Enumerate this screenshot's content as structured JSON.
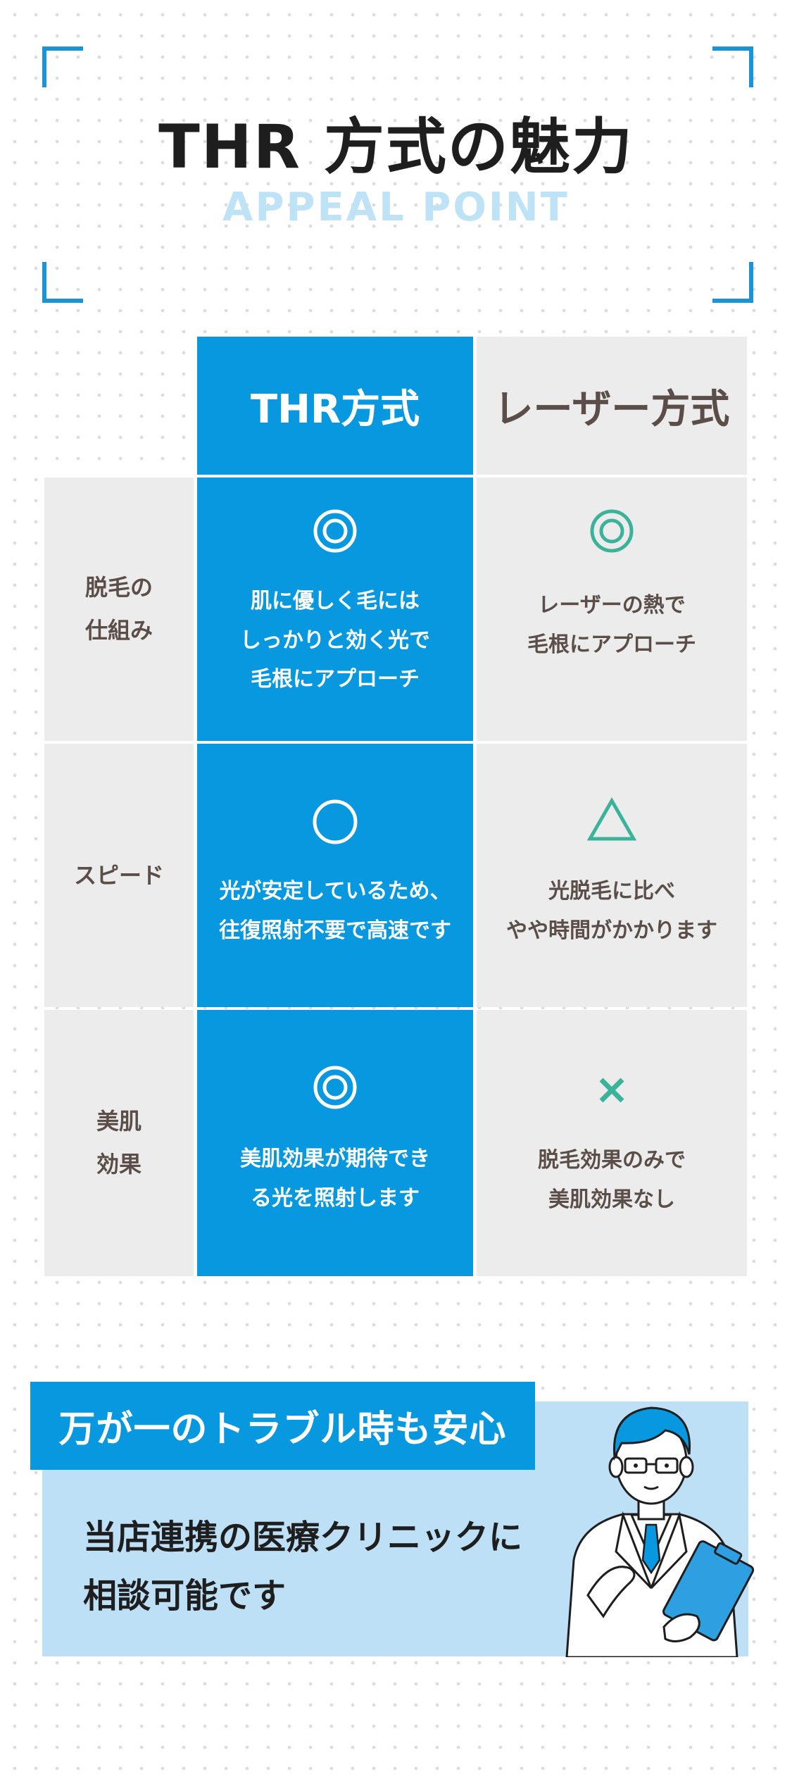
{
  "header": {
    "title": "THR 方式の魅力",
    "subtitle": "APPEAL POINT"
  },
  "comparison": {
    "columns": [
      "THR方式",
      "レーザー方式"
    ],
    "rows": [
      {
        "label": "脱毛の\n仕組み",
        "thr": {
          "mark": "double-circle",
          "text": "肌に優しく毛には\nしっかりと効く光で\n毛根にアプローチ"
        },
        "laser": {
          "mark": "double-circle",
          "text": "レーザーの熱で\n毛根にアプローチ"
        }
      },
      {
        "label": "スピード",
        "thr": {
          "mark": "circle",
          "text": "光が安定しているため、\n往復照射不要で高速です"
        },
        "laser": {
          "mark": "triangle",
          "text": "光脱毛に比べ\nやや時間がかかります"
        }
      },
      {
        "label": "美肌\n効果",
        "thr": {
          "mark": "double-circle",
          "text": "美肌効果が期待でき\nる光を照射します"
        },
        "laser": {
          "mark": "cross",
          "text": "脱毛効果のみで\n美肌効果なし"
        }
      }
    ]
  },
  "reassurance": {
    "banner": "万が一のトラブル時も安心",
    "body": "当店連携の医療クリニックに\n相談可能です"
  },
  "colors": {
    "brand_blue": "#0798df",
    "mark_teal": "#3bb39a",
    "gray_cell": "#ececec",
    "light_blue_bg": "#bee0f7"
  },
  "icons": [
    "corner-bracket",
    "double-circle-icon",
    "circle-icon",
    "triangle-icon",
    "cross-icon",
    "doctor-illustration"
  ]
}
